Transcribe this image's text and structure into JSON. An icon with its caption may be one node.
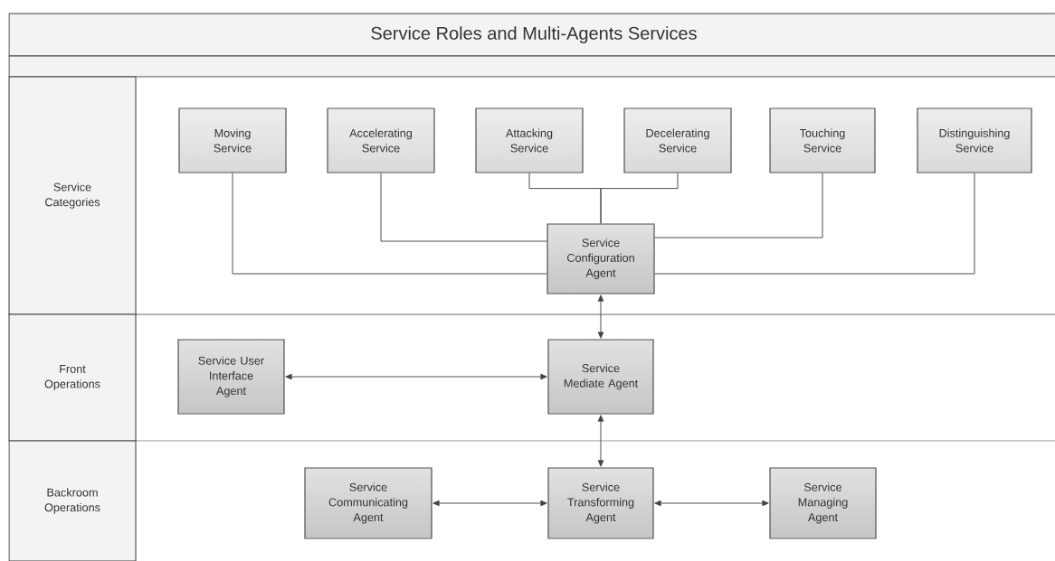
{
  "diagram": {
    "title": "Service Roles and Multi-Agents Services",
    "nodes": [
      {
        "text": [
          "Service Categories"
        ]
      },
      {
        "text": [
          "Moving Service"
        ]
      },
      {
        "text": [
          "Accelerating Service"
        ]
      },
      {
        "text": [
          "Attacking Service"
        ]
      },
      {
        "text": [
          "Decelerating Service"
        ]
      },
      {
        "text": [
          "Touching Service"
        ]
      },
      {
        "text": [
          "Distinguishing Service"
        ]
      },
      {
        "text": [
          "Service Configuration Agent"
        ]
      },
      {
        "text": [
          "Front Operations"
        ]
      },
      {
        "text": [
          "Service User Interface Agent"
        ]
      },
      {
        "text": [
          "Service Mediate Agent"
        ]
      },
      {
        "text": [
          "Backroom Operations"
        ]
      },
      {
        "text": [
          "Service Communicating Agent"
        ]
      },
      {
        "text": [
          "Service Transforming Agent"
        ]
      },
      {
        "text": [
          "Service Managing Agent"
        ]
      }
    ],
    "edges": [
      {
        "from": 1,
        "to": 7,
        "arrow": "none"
      },
      {
        "from": 2,
        "to": 7,
        "arrow": "none"
      },
      {
        "from": 3,
        "to": 7,
        "arrow": "none"
      },
      {
        "from": 4,
        "to": 7,
        "arrow": "none"
      },
      {
        "from": 5,
        "to": 7,
        "arrow": "none"
      },
      {
        "from": 6,
        "to": 7,
        "arrow": "none"
      },
      {
        "from": 7,
        "to": 10,
        "arrow": "both"
      },
      {
        "from": 9,
        "to": 10,
        "arrow": "both"
      },
      {
        "from": 10,
        "to": 13,
        "arrow": "both"
      },
      {
        "from": 12,
        "to": 13,
        "arrow": "both"
      },
      {
        "from": 13,
        "to": 14,
        "arrow": "both"
      }
    ]
  }
}
